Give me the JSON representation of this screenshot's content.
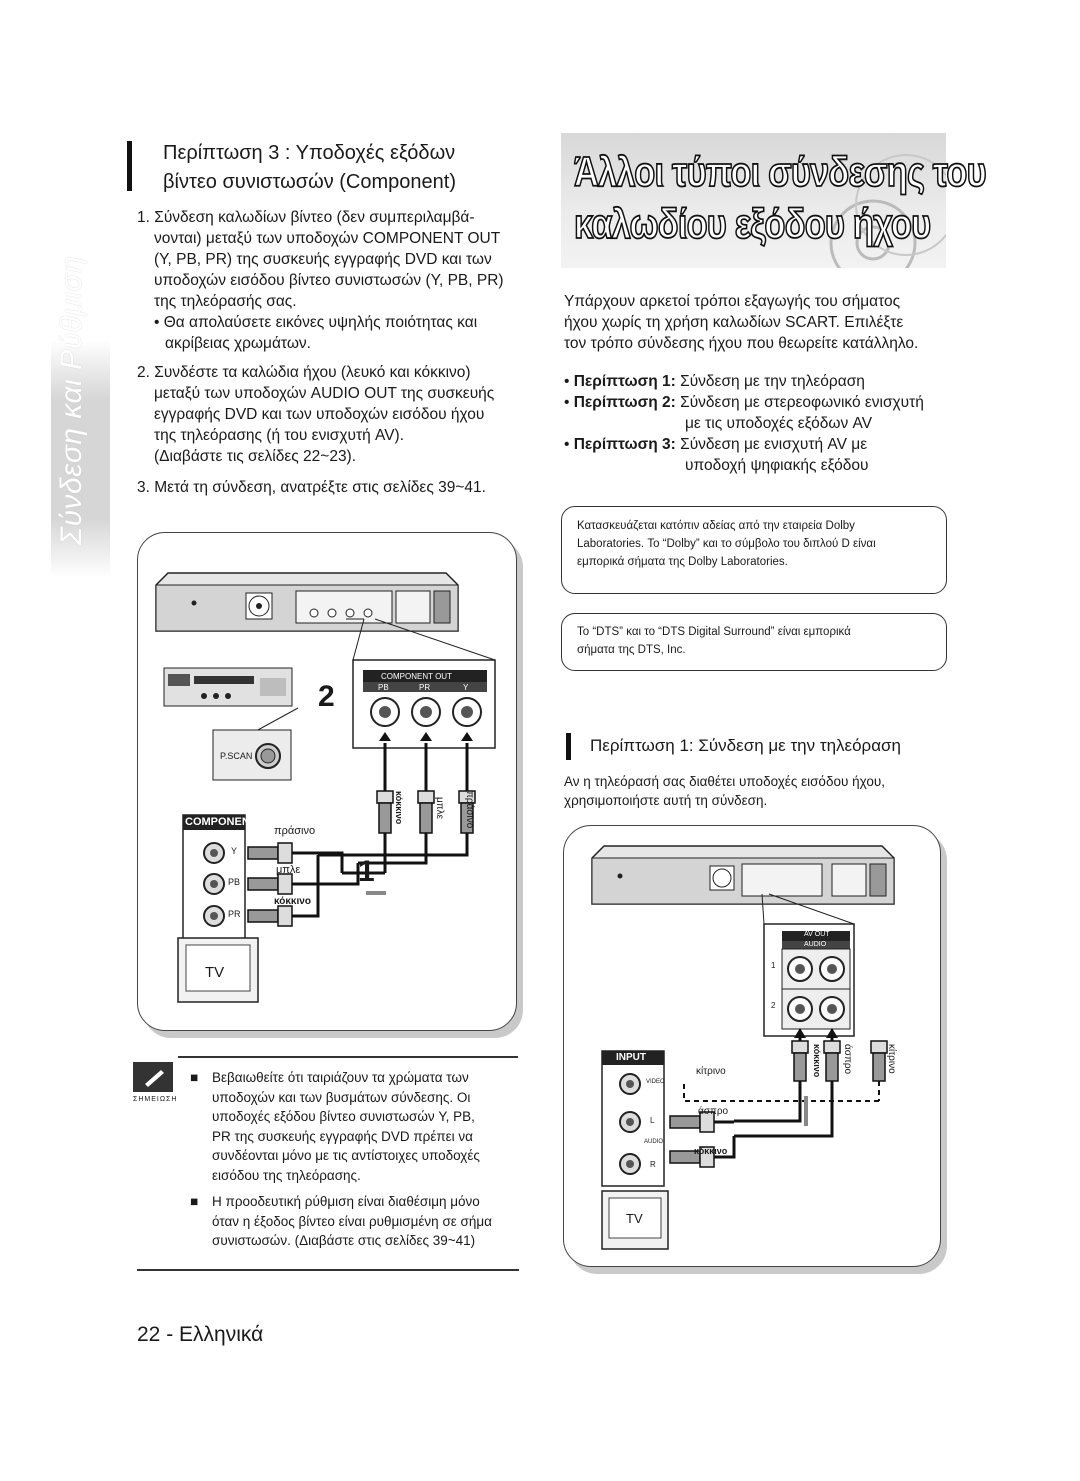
{
  "left_section": {
    "heading_line1": "Περίπτωση 3 : Υποδοχές εξόδων",
    "heading_line2": "βίντεο συνιστωσών (Component)",
    "step1": [
      "1. Σύνδεση καλωδίων βίντεο (δεν συμπεριλαμβά-",
      "νονται) μεταξύ των υποδοχών COMPONENT OUT",
      "(Y, PB, PR) της συσκευής εγγραφής DVD και των",
      "υποδοχών εισόδου βίντεο συνιστωσών (Y, PB, PR)",
      "της τηλεόρασής σας."
    ],
    "bullet1": [
      "• Θα απολαύσετε εικόνες υψηλής ποιότητας και",
      "ακρίβειας χρωμάτων."
    ],
    "step2": [
      "2. Συνδέστε τα καλώδια ήχου (λευκό και κόκκινο)",
      "μεταξύ των υποδοχών AUDIO OUT της συσκευής",
      "εγγραφής DVD και των υποδοχών εισόδου ήχου",
      "της τηλεόρασης (ή του ενισχυτή AV).",
      "(Διαβάστε τις σελίδες 22~23)."
    ],
    "step3": "3. Μετά τη σύνδεση, ανατρέξτε στις σελίδες 39~41."
  },
  "side_tab": "Σύνδεση και Ρύθμιση",
  "diagram_left": {
    "step_number_1": "1",
    "step_number_2": "2",
    "component_out": "COMPONENT OUT",
    "pb": "PB",
    "pr": "PR",
    "y": "Y",
    "pscan": "P.SCAN",
    "component_label": "COMPONENT",
    "green": "πράσινο",
    "blue": "μπλε",
    "red": "κόκκινο",
    "tv": "TV",
    "y_port": "Y",
    "pb_port": "PB",
    "pr_port": "PR"
  },
  "note": {
    "label": "ΣΗΜΕΙΩΣΗ",
    "item1": [
      "Βεβαιωθείτε ότι ταιριάζουν τα χρώματα των",
      "υποδοχών και των βυσμάτων σύνδεσης. Οι",
      "υποδοχές εξόδου βίντεο συνιστωσών Y, PB,",
      "PR της συσκευής εγγραφής DVD πρέπει να",
      "συνδέονται μόνο με τις αντίστοιχες υποδοχές",
      "εισόδου της τηλεόρασης."
    ],
    "item2": [
      "Η προοδευτική ρύθμιση είναι διαθέσιμη μόνο",
      "όταν η έξοδος βίντεο είναι ρυθμισμένη σε σήμα",
      "συνιστωσών. (Διαβάστε στις σελίδες 39~41)"
    ]
  },
  "footer": "22 - Ελληνικά",
  "banner": {
    "line1": "Άλλοι τύποι σύνδεσης του",
    "line2": "καλωδίου εξόδου ήχου"
  },
  "intro": [
    "Υπάρχουν αρκετοί τρόποι εξαγωγής του σήματος",
    "ήχου χωρίς τη χρήση καλωδίων SCART. Επιλέξτε",
    "τον τρόπο σύνδεσης ήχου που θεωρείτε κατάλληλο."
  ],
  "cases": [
    {
      "label": "Περίπτωση 1:",
      "text": "Σύνδεση με την τηλεόραση"
    },
    {
      "label": "Περίπτωση 2:",
      "text": "Σύνδεση με στερεοφωνικό ενισχυτή",
      "text2": "με τις υποδοχές εξόδων AV"
    },
    {
      "label": "Περίπτωση 3:",
      "text": "Σύνδεση με ενισχυτή AV με",
      "text2": "υποδοχή ψηφιακής εξόδου"
    }
  ],
  "dolby_box": [
    "Κατασκευάζεται κατόπιν αδείας από την εταιρεία Dolby",
    "Laboratories. Το “Dolby” και το σύμβολο του διπλού D είναι",
    "εμπορικά σήματα της Dolby Laboratories."
  ],
  "dts_box": [
    "Το “DTS” και το “DTS Digital Surround” είναι εμπορικά",
    "σήματα της DTS, Inc."
  ],
  "right_section": {
    "heading": "Περίπτωση 1: Σύνδεση με την τηλεόραση",
    "desc": [
      "Αν η τηλεόρασή σας διαθέτει υποδοχές εισόδου ήχου,",
      "χρησιμοποιήστε αυτή τη σύνδεση."
    ]
  },
  "diagram_right": {
    "av_out": "AV OUT",
    "audio": "AUDIO",
    "input": "INPUT",
    "video": "VIDEO",
    "l": "L",
    "r": "R",
    "yellow": "κίτρινο",
    "white": "άσπρο",
    "red": "κόκκινο",
    "tv": "TV",
    "row1": "1",
    "row2": "2"
  }
}
